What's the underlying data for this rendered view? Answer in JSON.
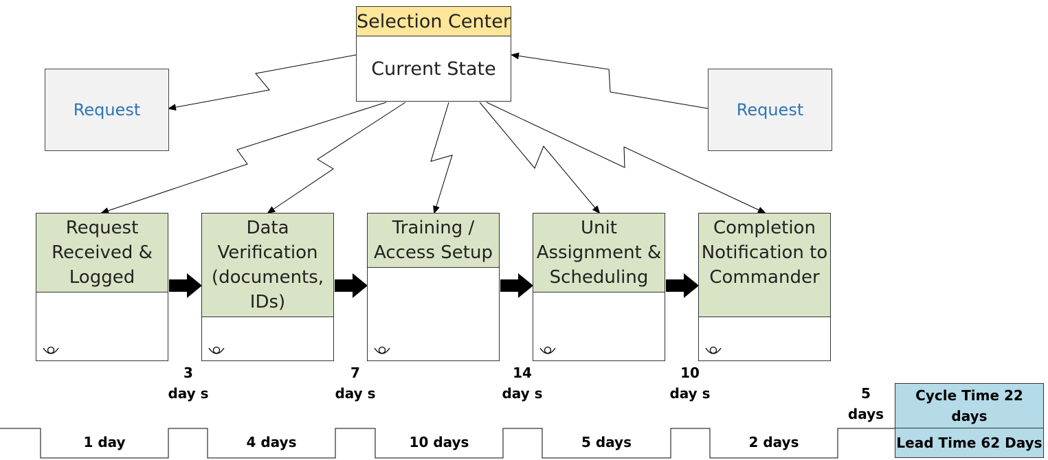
{
  "selection_center": {
    "title": "Selection Center",
    "subtitle": "Current State"
  },
  "requests": {
    "left": "Request",
    "right": "Request"
  },
  "processes": [
    {
      "label": "Request Received & Logged"
    },
    {
      "label": "Data Verification (documents, IDs)"
    },
    {
      "label": "Training / Access Setup"
    },
    {
      "label": "Unit Assignment & Scheduling"
    },
    {
      "label": "Completion Notification to Commander"
    }
  ],
  "waits": [
    {
      "text": "3 day s"
    },
    {
      "text": "7 day s"
    },
    {
      "text": "14 day s"
    },
    {
      "text": "10 day s"
    },
    {
      "text": "5 days"
    }
  ],
  "process_times": [
    "1 day",
    "4 days",
    "10 days",
    "5 days",
    "2 days"
  ],
  "summary": {
    "cycle_time": "Cycle Time 22 days",
    "lead_time": "Lead Time 62 Days"
  },
  "colors": {
    "center_header": "#ffe699",
    "process_header": "#d9e4c6",
    "request_fill": "#f2f2f2",
    "request_text": "#2e75b6",
    "summary_fill": "#b4dbe7"
  },
  "icons": {
    "operator": "operator-icon",
    "push_arrow": "push-arrow-icon",
    "info_flow": "electronic-info-flow-arrow"
  }
}
